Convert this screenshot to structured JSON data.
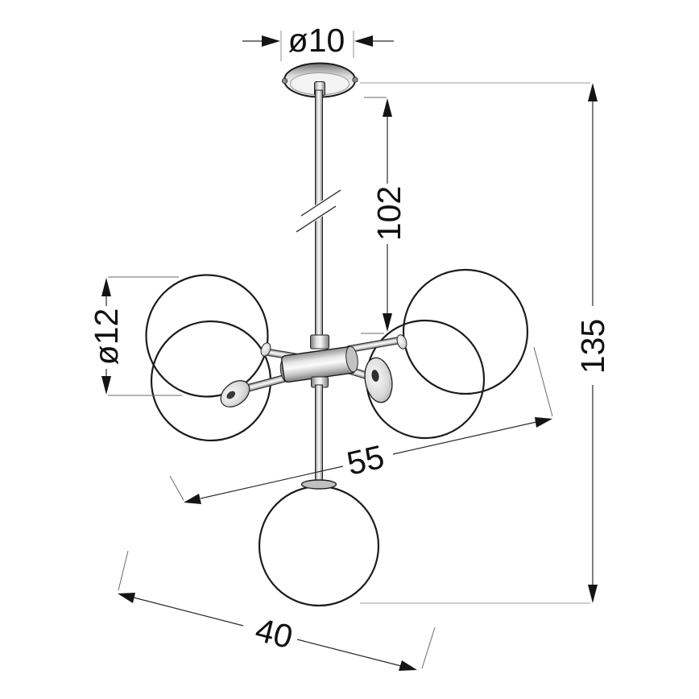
{
  "drawing": {
    "dimensions": {
      "canopy_diameter": "ø10",
      "rod_length": "102",
      "total_height": "135",
      "shade_diameter": "ø12",
      "fixture_width": "55",
      "bottom_spread": "40"
    },
    "style": {
      "background": "#ffffff",
      "line_color": "#1c1c1c",
      "dimension_line_color": "#2b2b2b",
      "extension_line_color": "#9c9c9c",
      "text_color": "#111111",
      "metal_light": "#f7f7f7",
      "metal_dark": "#767676"
    }
  }
}
